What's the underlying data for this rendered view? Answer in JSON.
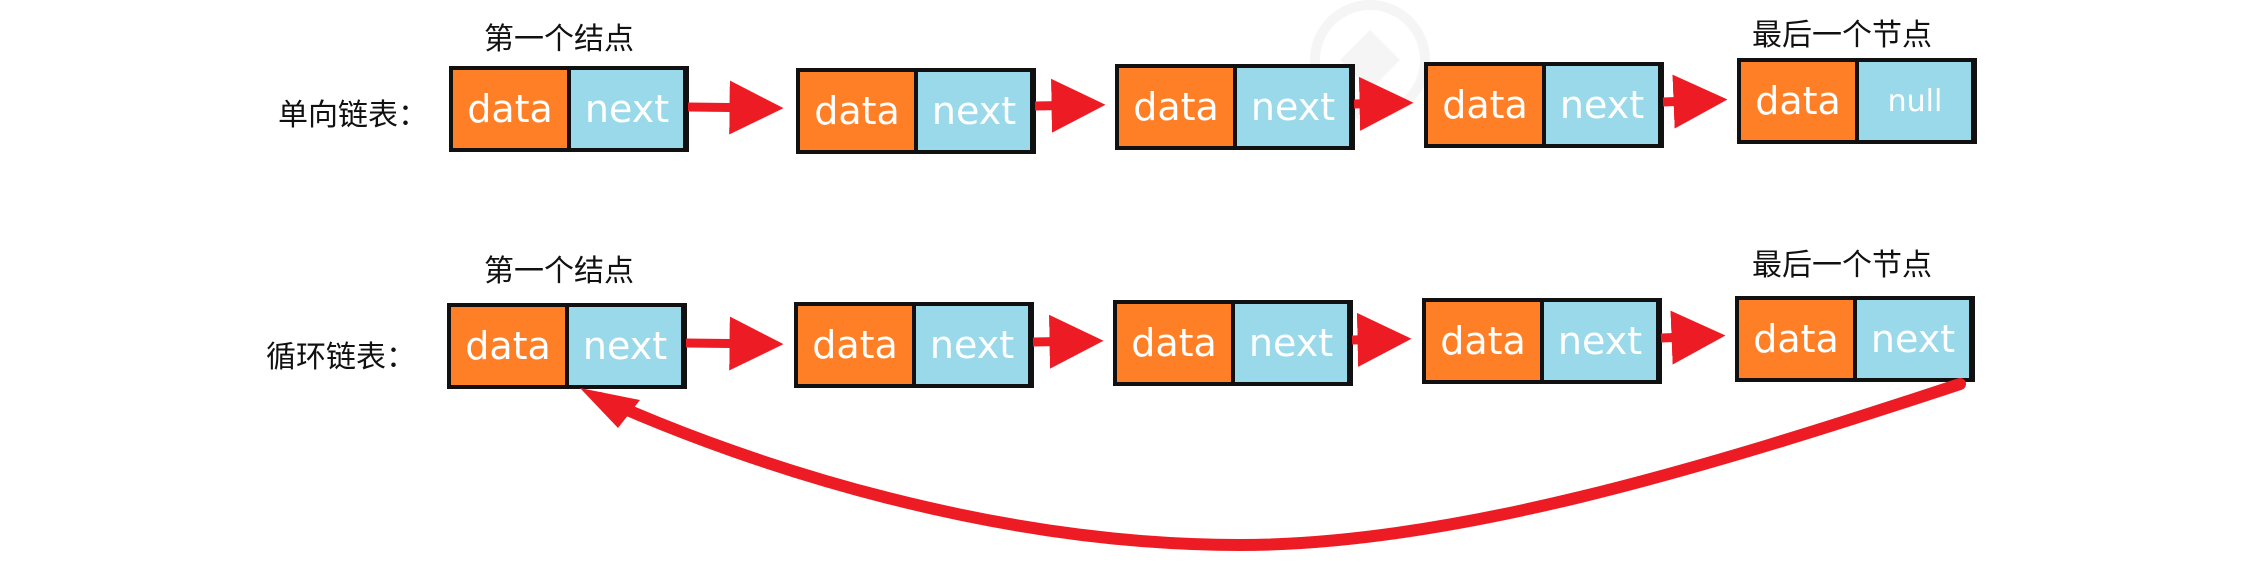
{
  "rows": [
    {
      "label": "单向链表：",
      "first_caption": "第一个结点",
      "last_caption": "最后一个节点",
      "nodes": [
        {
          "data": "data",
          "next": "next"
        },
        {
          "data": "data",
          "next": "next"
        },
        {
          "data": "data",
          "next": "next"
        },
        {
          "data": "data",
          "next": "next"
        },
        {
          "data": "data",
          "next": "null"
        }
      ]
    },
    {
      "label": "循环链表：",
      "first_caption": "第一个结点",
      "last_caption": "最后一个节点",
      "nodes": [
        {
          "data": "data",
          "next": "next"
        },
        {
          "data": "data",
          "next": "next"
        },
        {
          "data": "data",
          "next": "next"
        },
        {
          "data": "data",
          "next": "next"
        },
        {
          "data": "data",
          "next": "next"
        }
      ]
    }
  ],
  "colors": {
    "data_cell": "#ff7f27",
    "next_cell": "#99d9ea",
    "arrow": "#ed1c24",
    "border": "#111111"
  }
}
